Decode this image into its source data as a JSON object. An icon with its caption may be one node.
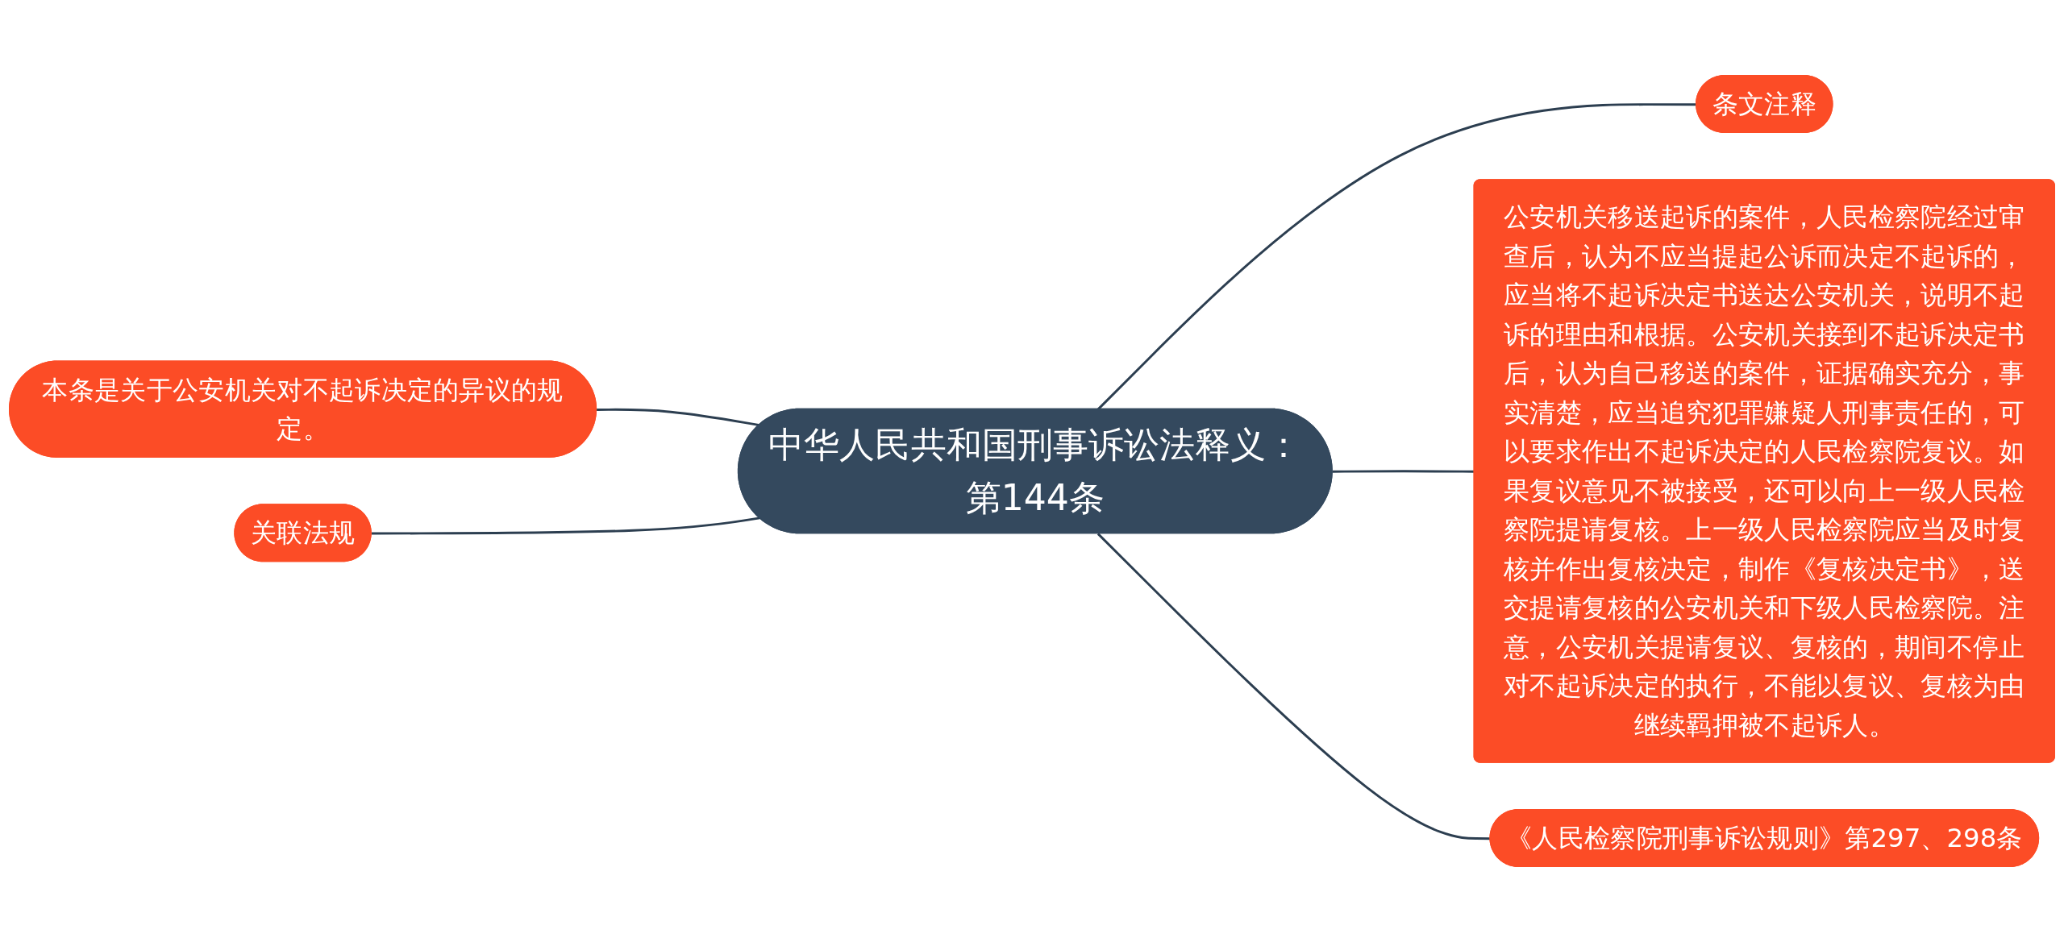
{
  "diagram": {
    "nodes": [
      {
        "text": [
          "中华人民共和国刑事诉讼法释义：第144条"
        ]
      },
      {
        "text": [
          "条文注释"
        ]
      },
      {
        "text": [
          "公安机关移送起诉的案件，人民检察院经过审查后，认为不应当提起公诉而决定不起诉的，应当将不起诉决定书送达公安机关，说明不起诉的理由和根据。公安机关接到不起诉决定书后，认为自己移送的案件，证据确实充分，事实清楚，应当追究犯罪嫌疑人刑事责任的，可以要求作出不起诉决定的人民检察院复议。如果复议意见不被接受，还可以向上一级人民检察院提请复核。上一级人民检察院应当及时复核并作出复核决定，制作《复核决定书》，送交提请复核的公安机关和下级人民检察院。注意，公安机关提请复议、复核的，期间不停止对不起诉决定的执行，不能以复议、复核为由继续羁押被不起诉人。"
        ]
      },
      {
        "text": [
          "本条是关于公安机关对不起诉决定的异议的规定。"
        ]
      },
      {
        "text": [
          "关联法规"
        ]
      },
      {
        "text": [
          "《人民检察院刑事诉讼规则》第297、298条"
        ]
      }
    ],
    "edges": [
      {
        "from": 0,
        "to": 1,
        "arrow": "none"
      },
      {
        "from": 0,
        "to": 2,
        "arrow": "none"
      },
      {
        "from": 0,
        "to": 3,
        "arrow": "none"
      },
      {
        "from": 0,
        "to": 4,
        "arrow": "none"
      },
      {
        "from": 0,
        "to": 5,
        "arrow": "none"
      }
    ]
  }
}
